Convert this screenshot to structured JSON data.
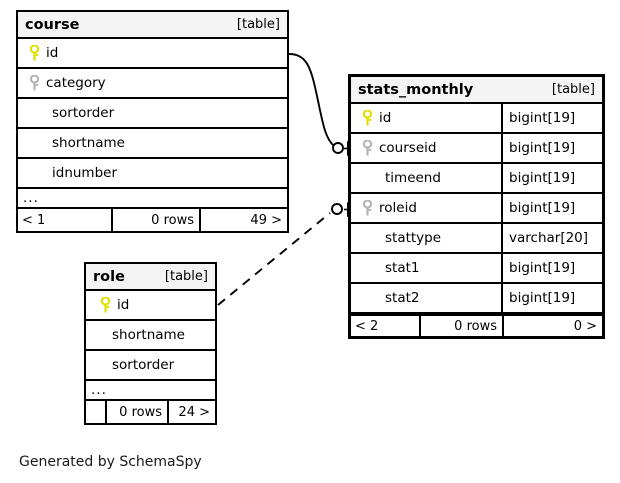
{
  "diagram": {
    "caption": "Generated by SchemaSpy",
    "table_tag": "[table]",
    "ellipsis": "...",
    "rows_label": "0 rows",
    "key_icons": {
      "primary": "primary-key-icon",
      "foreign": "foreign-key-icon"
    },
    "colors": {
      "primary_key": "#e8e800",
      "foreign_key": "#b0b0b0",
      "header_bg": "#f4f4f4",
      "border": "#000000",
      "background": "#ffffff"
    }
  },
  "tables": [
    {
      "id": "course",
      "name": "course",
      "tag": "[table]",
      "columns": [
        {
          "name": "id",
          "key": "primary",
          "type": ""
        },
        {
          "name": "category",
          "key": "foreign",
          "type": ""
        },
        {
          "name": "sortorder",
          "key": "none",
          "type": ""
        },
        {
          "name": "shortname",
          "key": "none",
          "type": ""
        },
        {
          "name": "idnumber",
          "key": "none",
          "type": ""
        }
      ],
      "more": "...",
      "footer": {
        "left": "< 1",
        "center": "0 rows",
        "right": "49 >"
      }
    },
    {
      "id": "stats_monthly",
      "name": "stats_monthly",
      "tag": "[table]",
      "columns": [
        {
          "name": "id",
          "key": "primary",
          "type": "bigint[19]"
        },
        {
          "name": "courseid",
          "key": "foreign",
          "type": "bigint[19]"
        },
        {
          "name": "timeend",
          "key": "none",
          "type": "bigint[19]"
        },
        {
          "name": "roleid",
          "key": "foreign",
          "type": "bigint[19]"
        },
        {
          "name": "stattype",
          "key": "none",
          "type": "varchar[20]"
        },
        {
          "name": "stat1",
          "key": "none",
          "type": "bigint[19]"
        },
        {
          "name": "stat2",
          "key": "none",
          "type": "bigint[19]"
        }
      ],
      "more": "",
      "footer": {
        "left": "< 2",
        "center": "0 rows",
        "right": "0 >"
      }
    },
    {
      "id": "role",
      "name": "role",
      "tag": "[table]",
      "columns": [
        {
          "name": "id",
          "key": "primary",
          "type": ""
        },
        {
          "name": "shortname",
          "key": "none",
          "type": ""
        },
        {
          "name": "sortorder",
          "key": "none",
          "type": ""
        }
      ],
      "more": "...",
      "footer": {
        "left": "",
        "center": "0 rows",
        "right": "24 >"
      }
    }
  ],
  "relationships": [
    {
      "id": "course-to-stats_monthly",
      "from_table": "course",
      "from_column": "id",
      "to_table": "stats_monthly",
      "to_column": "courseid",
      "style": "solid",
      "end_marker": "crow-foot-arrow",
      "start_marker": "circle"
    },
    {
      "id": "role-to-stats_monthly",
      "from_table": "role",
      "from_column": "id",
      "to_table": "stats_monthly",
      "to_column": "roleid",
      "style": "dashed",
      "end_marker": "crow-foot-arrow",
      "start_marker": "circle"
    }
  ]
}
